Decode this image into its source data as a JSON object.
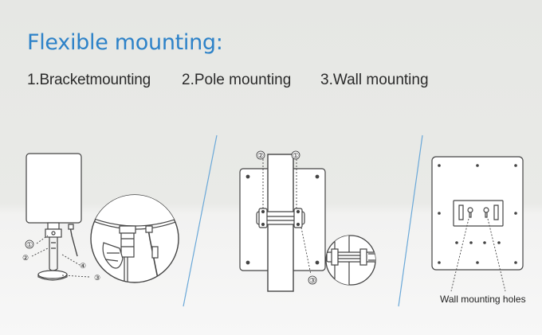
{
  "heading": "Flexible mounting:",
  "methods": [
    "1.Bracketmounting",
    "2.Pole mounting",
    "3.Wall mounting"
  ],
  "callouts": [
    "①",
    "②",
    "③",
    "④"
  ],
  "wall_caption": "Wall mounting holes",
  "colors": {
    "heading": "#2d82c8",
    "divider": "#6aa8d8",
    "line": "#444444"
  }
}
